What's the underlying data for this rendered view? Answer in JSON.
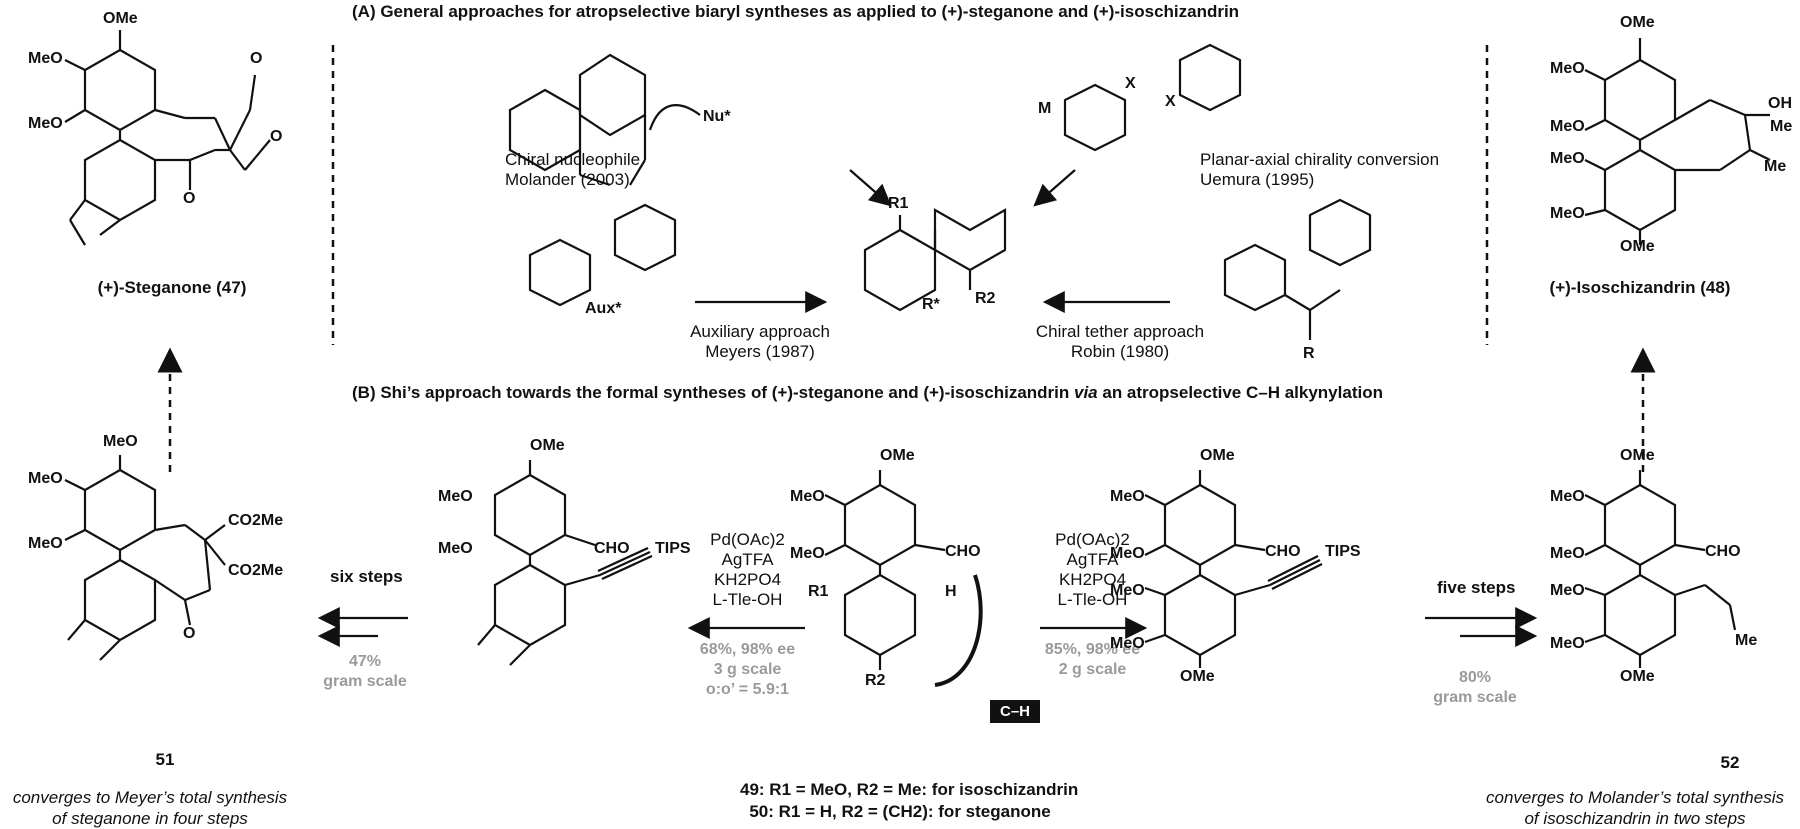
{
  "section_a": {
    "title": "(A) General approaches for atropselective biaryl syntheses as applied to (+)-steganone and (+)-isoschizandrin",
    "steganone_label": "(+)-Steganone (47)",
    "isoschizandrin_label": "(+)-Isoschizandrin (48)",
    "approaches": {
      "molander": [
        "Chiral nucleophile",
        "Molander (2003)"
      ],
      "uemura": [
        "Planar-axial chirality conversion",
        "Uemura (1995)"
      ],
      "meyers": [
        "Auxiliary approach",
        "Meyers (1987)"
      ],
      "robin": [
        "Chiral tether approach",
        "Robin (1980)"
      ]
    }
  },
  "section_b": {
    "title_pre": "(B) Shi’s approach towards the formal syntheses of (+)-steganone and (+)-isoschizandrin ",
    "title_ital": "via",
    "title_post": " an atropselective C–H alkynylation",
    "left_reagents": [
      "Pd(OAc)2",
      "AgTFA",
      "KH2PO4",
      "L-Tle-OH"
    ],
    "left_yield": [
      "68%, 98% ee",
      "3 g scale",
      "o:o’ = 5.9:1"
    ],
    "right_reagents": [
      "Pd(OAc)2",
      "AgTFA",
      "KH2PO4",
      "L-Tle-OH"
    ],
    "right_yield": [
      "85%, 98% ee",
      "2 g scale"
    ],
    "six_steps": "six steps",
    "six_yield": [
      "47%",
      "gram scale"
    ],
    "five_steps": "five steps",
    "five_yield": [
      "80%",
      "gram scale"
    ],
    "ch_badge": "C–H",
    "cmpd_51": "51",
    "cmpd_52": "52",
    "sm_line1": "49: R1 = MeO, R2 = Me: for isoschizandrin",
    "sm_line2": "50: R1 = H, R2 = (CH2): for steganone",
    "left_note": [
      "converges to Meyer’s total synthesis",
      "of steganone in four steps"
    ],
    "right_note": [
      "converges to Molander’s total synthesis",
      "of isoschizandrin in two steps"
    ]
  },
  "atoms": {
    "ome": "OMe",
    "meo": "MeO",
    "cho": "CHO",
    "tips": "TIPS",
    "nu": "Nu*",
    "aux": "Aux*",
    "co2me": "CO2Me",
    "oh": "OH",
    "me": "Me",
    "o": "O",
    "r": "R",
    "r1": "R1",
    "r2": "R2",
    "rstar": "R*",
    "x": "X",
    "m": "M",
    "h": "H"
  }
}
